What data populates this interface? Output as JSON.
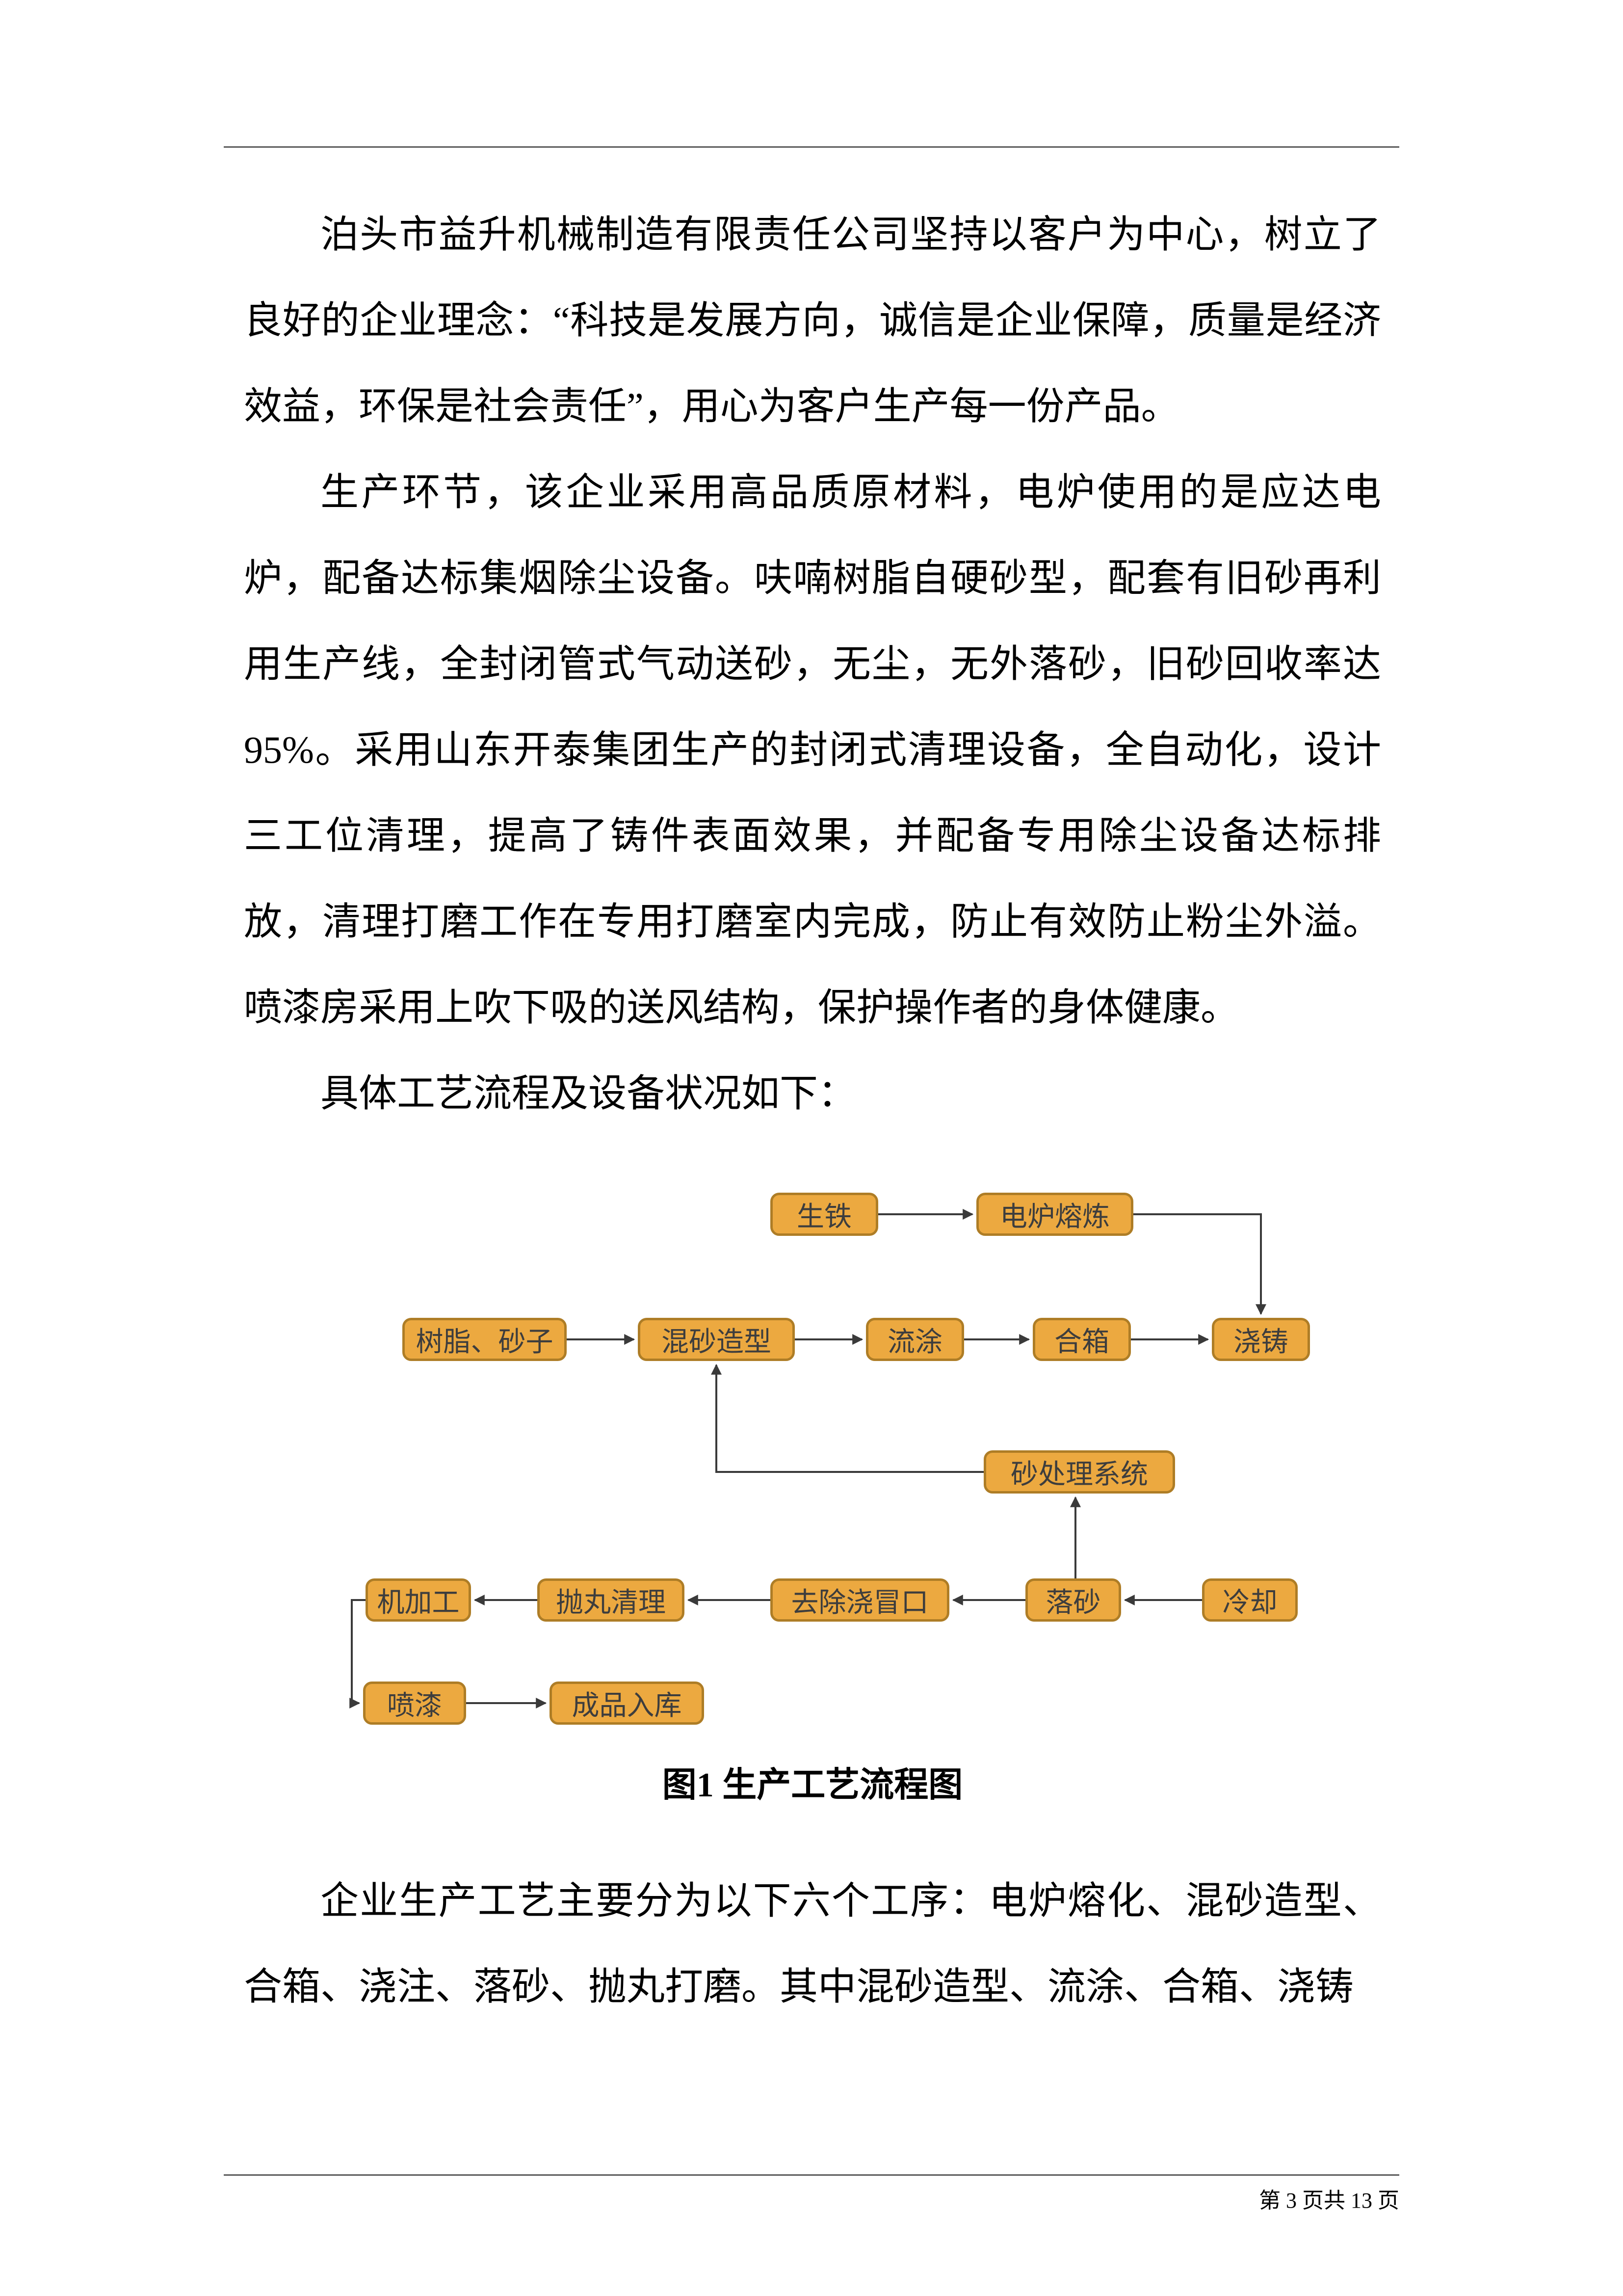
{
  "doc": {
    "paragraphs": [
      "泊头市益升机械制造有限责任公司坚持以客户为中心，树立了良好的企业理念：“科技是发展方向，诚信是企业保障，质量是经济效益，环保是社会责任”，用心为客户生产每一份产品。",
      "生产环节，该企业采用高品质原材料，电炉使用的是应达电炉，配备达标集烟除尘设备。呋喃树脂自硬砂型，配套有旧砂再利用生产线，全封闭管式气动送砂，无尘，无外落砂，旧砂回收率达95%。采用山东开泰集团生产的封闭式清理设备，全自动化，设计三工位清理，提高了铸件表面效果，并配备专用除尘设备达标排放，清理打磨工作在专用打磨室内完成，防止有效防止粉尘外溢。喷漆房采用上吹下吸的送风结构，保护操作者的身体健康。",
      "具体工艺流程及设备状况如下："
    ],
    "caption": "图1 生产工艺流程图",
    "closing_paragraph": "企业生产工艺主要分为以下六个工序：电炉熔化、混砂造型、合箱、浇注、落砂、抛丸打磨。其中混砂造型、流涂、合箱、浇铸",
    "footer": "第 3 页共 13 页"
  },
  "flowchart": {
    "nodes": [
      {
        "label": "生铁"
      },
      {
        "label": "电炉熔炼"
      },
      {
        "label": "树脂、砂子"
      },
      {
        "label": "混砂造型"
      },
      {
        "label": "流涂"
      },
      {
        "label": "合箱"
      },
      {
        "label": "浇铸"
      },
      {
        "label": "砂处理系统"
      },
      {
        "label": "机加工"
      },
      {
        "label": "抛丸清理"
      },
      {
        "label": "去除浇冒口"
      },
      {
        "label": "落砂"
      },
      {
        "label": "冷却"
      },
      {
        "label": "喷漆"
      },
      {
        "label": "成品入库"
      }
    ],
    "edges": [
      [
        "生铁",
        "电炉熔炼"
      ],
      [
        "电炉熔炼",
        "浇铸"
      ],
      [
        "树脂、砂子",
        "混砂造型"
      ],
      [
        "混砂造型",
        "流涂"
      ],
      [
        "流涂",
        "合箱"
      ],
      [
        "合箱",
        "浇铸"
      ],
      [
        "砂处理系统",
        "混砂造型"
      ],
      [
        "落砂",
        "砂处理系统"
      ],
      [
        "冷却",
        "落砂"
      ],
      [
        "落砂",
        "去除浇冒口"
      ],
      [
        "去除浇冒口",
        "抛丸清理"
      ],
      [
        "抛丸清理",
        "机加工"
      ],
      [
        "机加工",
        "喷漆"
      ],
      [
        "喷漆",
        "成品入库"
      ]
    ],
    "colors": {
      "node_fill": "#ECA940",
      "node_border": "#AE7D26",
      "arrow": "#3a3a3a"
    }
  }
}
